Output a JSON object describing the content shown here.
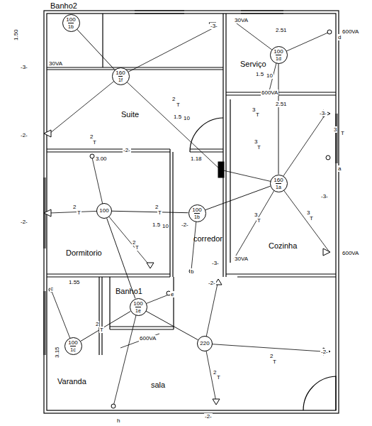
{
  "diagram": {
    "nodes": [
      {
        "text": [
          "100",
          "1b"
        ]
      },
      {
        "text": [
          "160",
          "1f"
        ]
      },
      {
        "text": [
          "100",
          "1d"
        ]
      },
      {
        "text": [
          "160",
          "1a"
        ]
      },
      {
        "text": [
          "100"
        ]
      },
      {
        "text": [
          "100",
          "1b"
        ]
      },
      {
        "text": [
          "100",
          "1e"
        ]
      },
      {
        "text": [
          "100",
          "1c"
        ]
      },
      {
        "text": [
          "220"
        ]
      }
    ],
    "edges": [
      {
        "from": 0,
        "to": 1,
        "arrow": "none"
      },
      {
        "from": 2,
        "to": 3,
        "arrow": "none"
      },
      {
        "from": 3,
        "to": 5,
        "arrow": "none"
      },
      {
        "from": 4,
        "to": 5,
        "arrow": "none"
      },
      {
        "from": 4,
        "to": 6,
        "arrow": "none"
      },
      {
        "from": 6,
        "to": 8,
        "arrow": "none"
      },
      {
        "from": 6,
        "to": 7,
        "arrow": "none"
      }
    ],
    "labels": [
      "Banho2",
      "Suite",
      "Serviço",
      "Cozinha",
      "Dormitorio",
      "corredor",
      "Banho1",
      "Varanda",
      "sala",
      "-3-",
      "-3-",
      "-3-",
      "-3-",
      "-3-",
      "-2-",
      "-2-",
      "-2-",
      "-2-",
      "-2-",
      "-2-",
      "-2-",
      "600VA",
      "600VA",
      "600VA",
      "30VA",
      "30VA",
      "30VA",
      "600VA",
      "2.51",
      "2.51",
      "3.00",
      "1.18",
      "1.55",
      "3.15",
      "1.50",
      "a",
      "b",
      "c",
      "d",
      "e",
      "h",
      "2",
      "T",
      "2",
      "T",
      "2",
      "T",
      "2",
      "T",
      "2",
      "T",
      "3",
      "T",
      "3",
      "T",
      "3",
      "T",
      "3",
      "T",
      "3",
      "T",
      "1.5",
      "10",
      "1.5",
      "10",
      "1.5",
      "10",
      "2",
      "T",
      "2",
      "T",
      "2",
      "T"
    ]
  }
}
